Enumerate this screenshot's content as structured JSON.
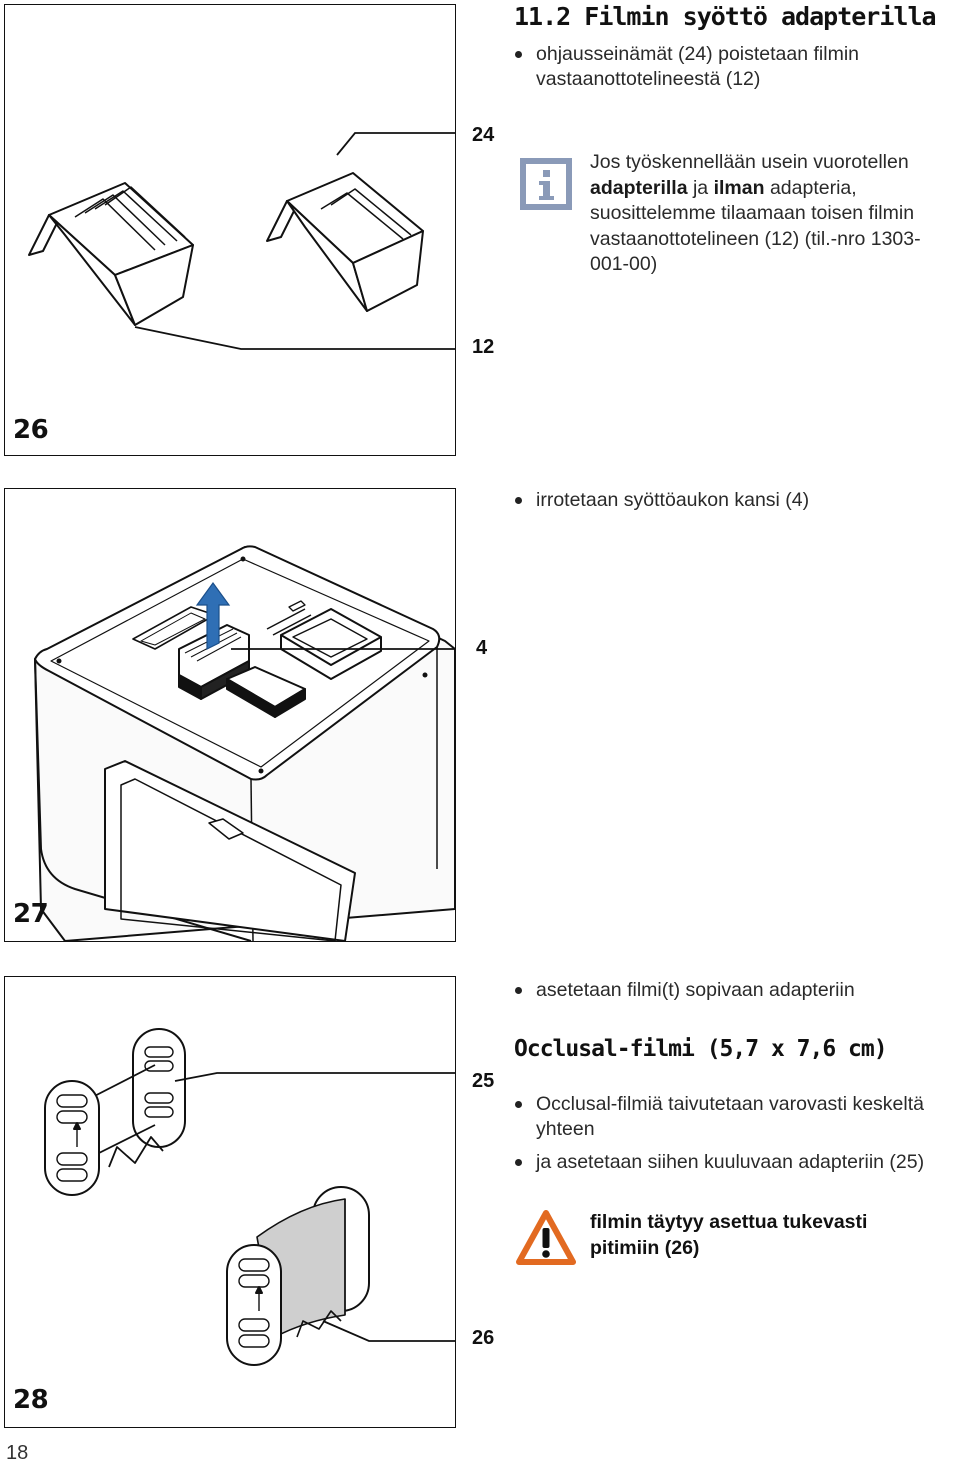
{
  "section": {
    "number": "11.2",
    "title": "Filmin syöttö adapterilla"
  },
  "steps": {
    "fig26_bullet": "ohjausseinämät (24) poistetaan filmin vastaanottotelineestä (12)",
    "fig27_bullet": "irrotetaan syöttöaukon kansi (4)",
    "fig28_bullet": "asetetaan filmi(t) sopivaan adapteriin"
  },
  "info_note": {
    "icon": "info-icon",
    "prefix": "Jos työskennellään usein vuorotellen",
    "bold1": "adapterilla",
    "mid1": "ja",
    "bold2": "ilman",
    "suffix": "adapteria, suosittelemme tilaamaan toisen filmin vastaanottotelineen (12) (til.-nro 1303-001-00)"
  },
  "occlusal": {
    "heading": "Occlusal-filmi (5,7 x 7,6 cm)",
    "bullet1": "Occlusal-filmiä taivutetaan varovasti keskeltä yhteen",
    "bullet2": "ja asetetaan siihen kuuluvaan adapteriin (25)"
  },
  "warning": {
    "icon": "warning-icon",
    "text": "filmin täytyy asettua tukevasti pitimiin (26)"
  },
  "figures": {
    "fig26": {
      "number": "26",
      "callouts": [
        "24",
        "12"
      ]
    },
    "fig27": {
      "number": "27",
      "callouts": [
        "4"
      ]
    },
    "fig28": {
      "number": "28",
      "callouts": [
        "25",
        "26"
      ]
    }
  },
  "page_number": "18",
  "colors": {
    "info_icon": "#8a9ab8",
    "warning_icon": "#e26a21",
    "film": "#cfcfcf"
  }
}
